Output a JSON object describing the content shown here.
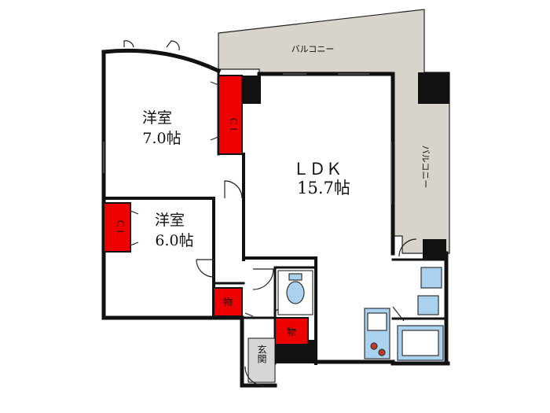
{
  "rooms": {
    "balcony_top": "バルコニー",
    "balcony_right": "バルコニー",
    "western_room_1": {
      "name": "洋室",
      "size": "7.0帖"
    },
    "western_room_2": {
      "name": "洋室",
      "size": "6.0帖"
    },
    "ldk": {
      "name": "ＬＤＫ",
      "size": "15.7帖"
    },
    "closet_1": "ＣＬ",
    "closet_2": "ＣＬ",
    "storage_1": "物",
    "storage_2": "物",
    "entrance": "玄関"
  },
  "colors": {
    "wall": "#111111",
    "closet": "#ee0000",
    "balcony": "#d8d3cb",
    "fixture": "#aad2ee",
    "entrance_floor": "#d6d6d6"
  }
}
